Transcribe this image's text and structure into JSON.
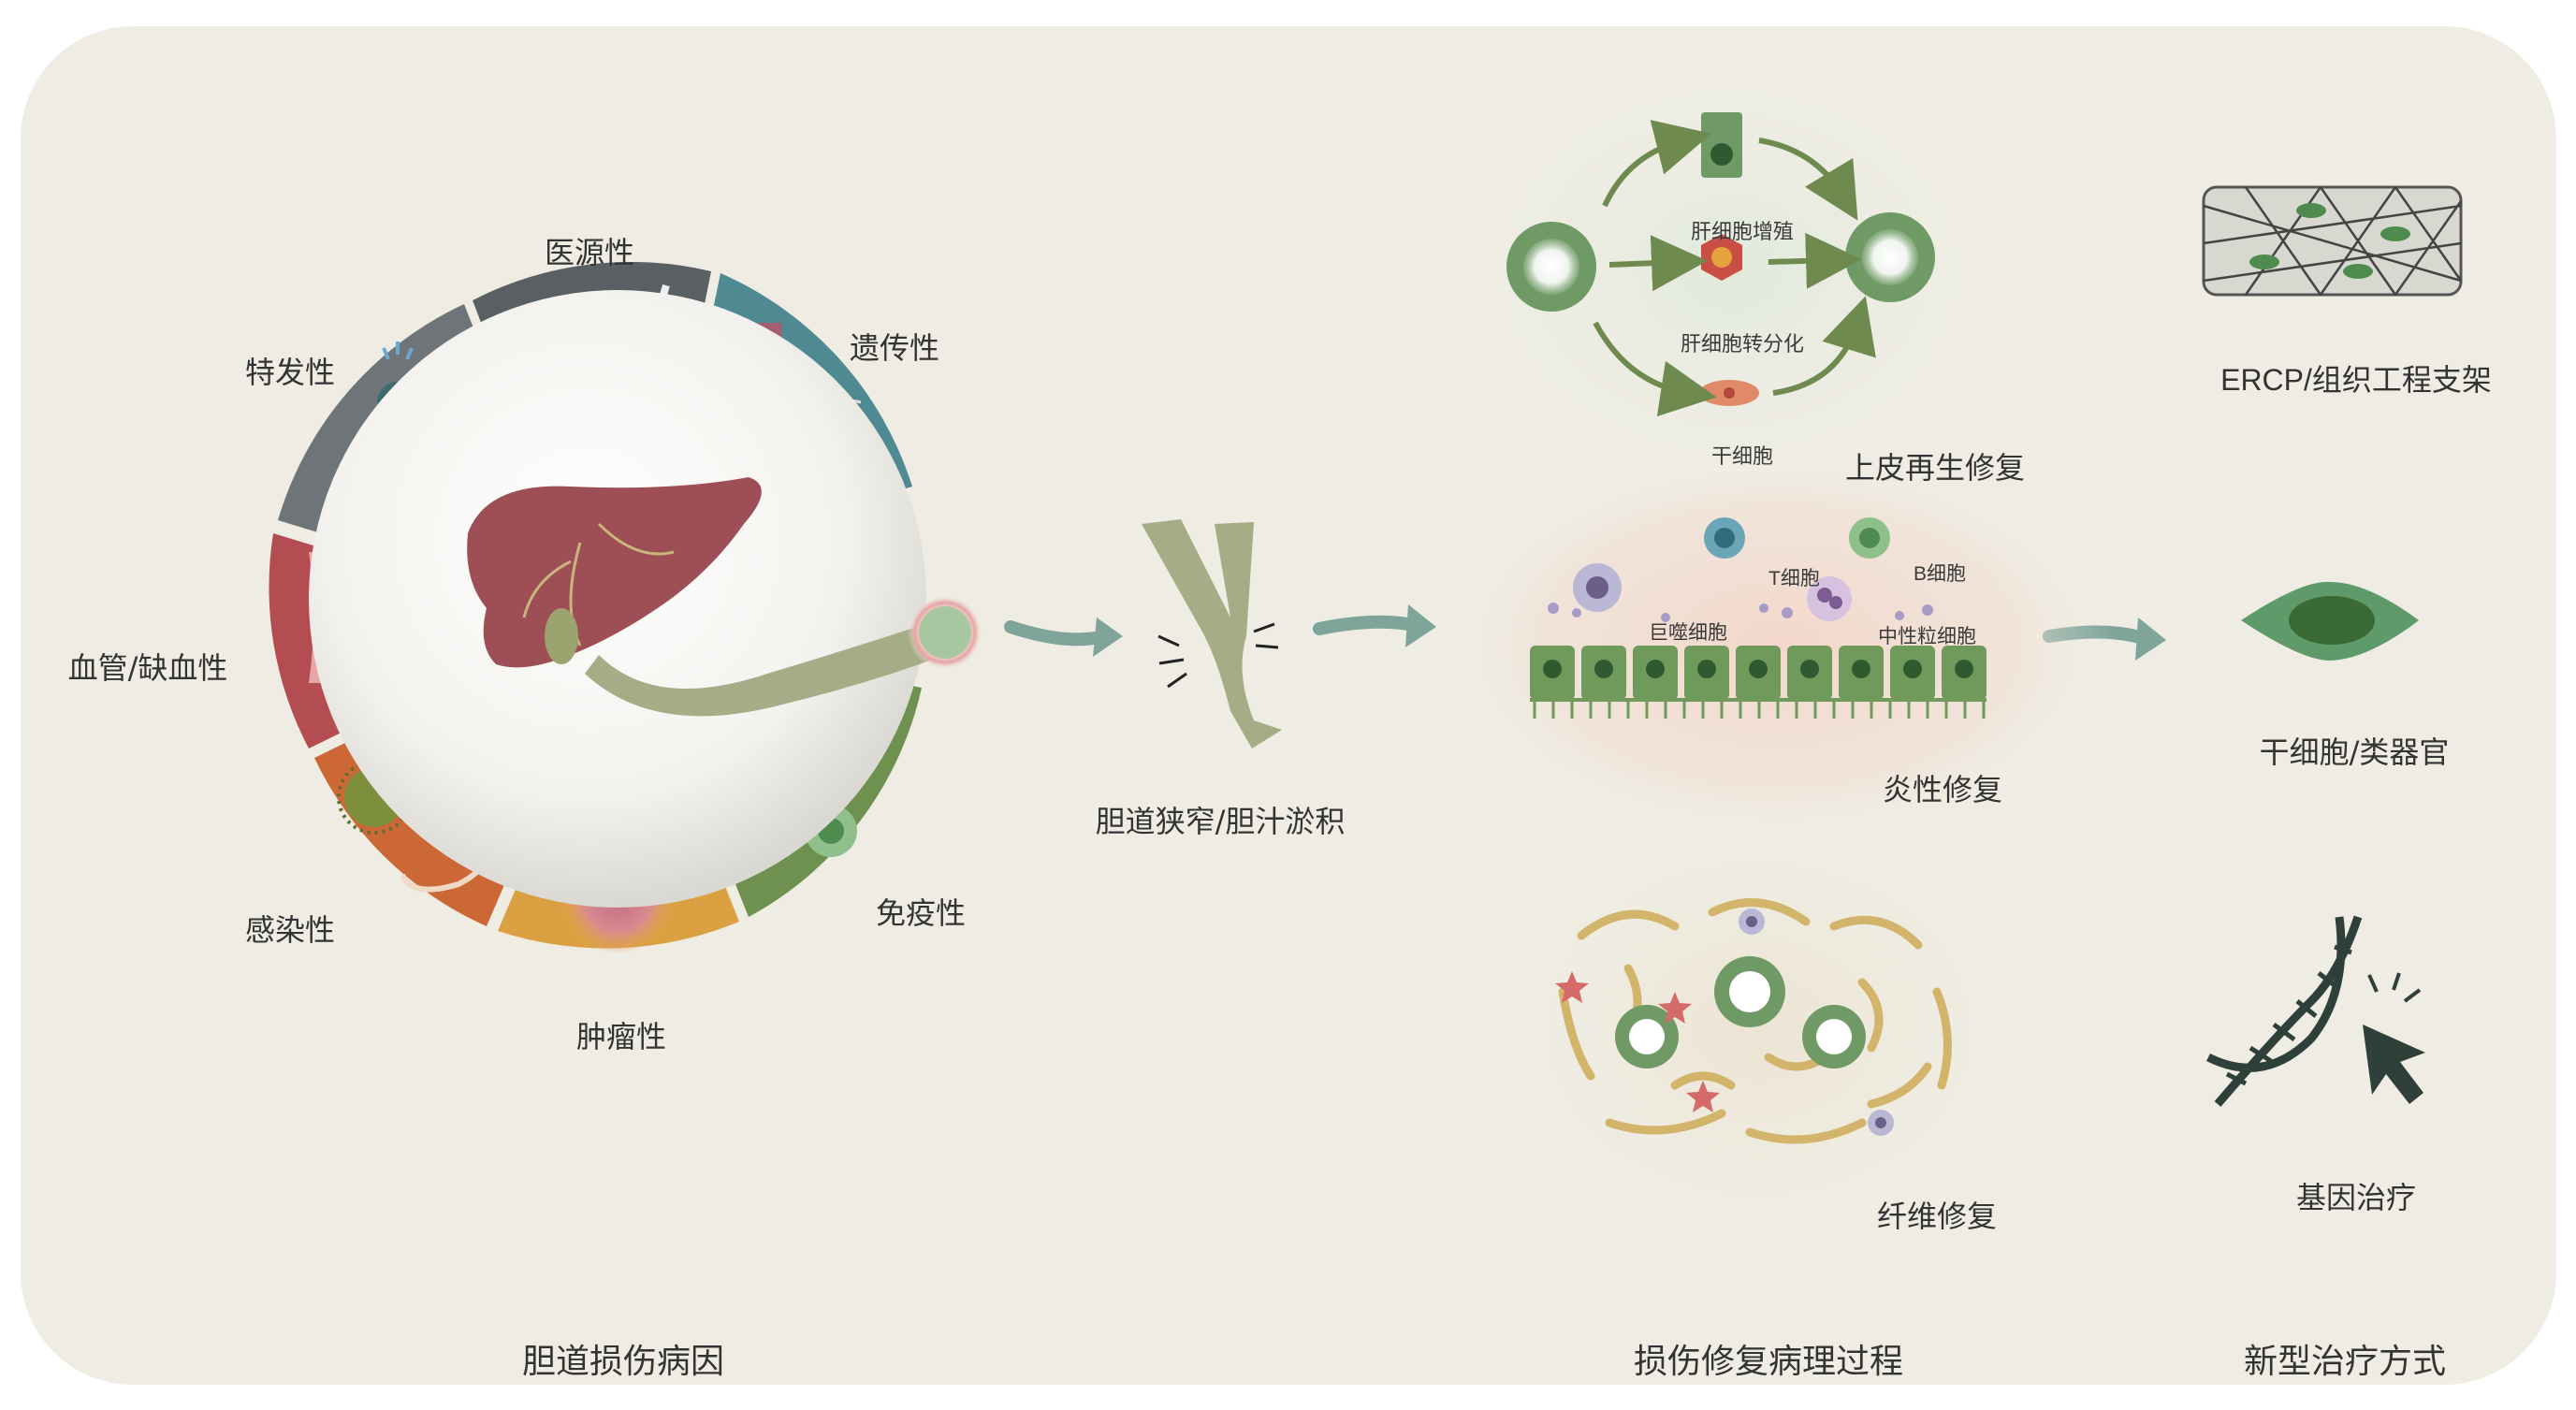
{
  "causes": {
    "iatrogenic": "医源性",
    "idiopathic": "特发性",
    "genetic": "遗传性",
    "vascular": "血管/缺血性",
    "immune": "免疫性",
    "infectious": "感染性",
    "tumor": "肿瘤性"
  },
  "injury_label": "胆道狭窄/胆汁淤积",
  "repair": {
    "epithelial": {
      "title": "上皮再生修复",
      "hepatocyte_proliferation": "肝细胞增殖",
      "hepatocyte_transdifferentiation": "肝细胞转分化",
      "stem_cell": "干细胞"
    },
    "inflammatory": {
      "title": "炎性修复",
      "t_cell": "T细胞",
      "b_cell": "B细胞",
      "macrophage": "巨噬细胞",
      "neutrophil": "中性粒细胞"
    },
    "fibrotic": {
      "title": "纤维修复"
    }
  },
  "therapies": {
    "ercp": "ERCP/组织工程支架",
    "stem_cell": "干细胞/类器官",
    "gene": "基因治疗"
  },
  "sections": {
    "causes": "胆道损伤病因",
    "process": "损伤修复病理过程",
    "therapy": "新型治疗方式"
  },
  "colors": {
    "background": "#efede3",
    "idiopathic": "#6f7479",
    "iatrogenic": "#5a5f63",
    "genetic": "#4f8a92",
    "vascular": "#b34d52",
    "immune": "#6f9150",
    "infectious": "#cc6836",
    "tumor": "#dba042",
    "liver": "#9e4e55",
    "duct": "#a4ad85",
    "arrow": "#7fa59a",
    "cell_green": "#5f8d4e"
  }
}
